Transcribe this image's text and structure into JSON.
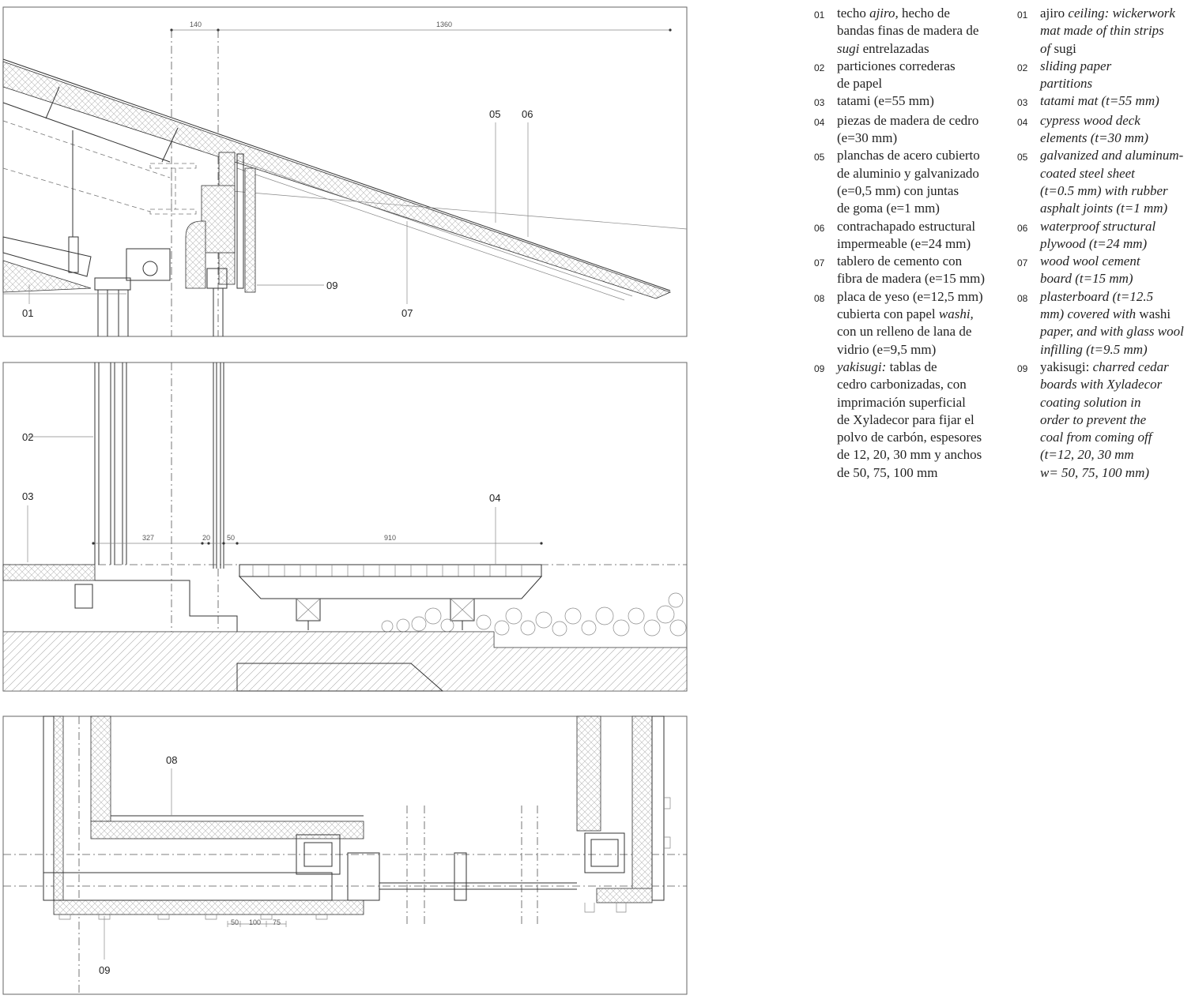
{
  "dimensions": {
    "top": [
      "140",
      "1360"
    ],
    "middle": [
      "327",
      "20",
      "50",
      "910"
    ],
    "bottom": [
      "50",
      "100",
      "75"
    ]
  },
  "labels": {
    "top": {
      "l01": "01",
      "l05": "05",
      "l06": "06",
      "l07": "07",
      "l09": "09"
    },
    "middle": {
      "l02": "02",
      "l03": "03",
      "l04": "04"
    },
    "bottom": {
      "l08": "08",
      "l09": "09"
    }
  },
  "legend_es": [
    {
      "num": "01",
      "lines": [
        [
          [
            "techo ",
            0
          ],
          [
            "ajiro,",
            1
          ],
          [
            " hecho de",
            0
          ]
        ],
        [
          [
            "bandas finas de madera de",
            0
          ]
        ],
        [
          [
            "sugi",
            1
          ],
          [
            " entrelazadas",
            0
          ]
        ]
      ]
    },
    {
      "num": "02",
      "lines": [
        [
          [
            "particiones correderas",
            0
          ]
        ],
        [
          [
            "de papel",
            0
          ]
        ]
      ]
    },
    {
      "num": "03",
      "lines": [
        [
          [
            "tatami (e=55 mm)",
            0
          ]
        ]
      ]
    },
    {
      "num": "04",
      "lines": [
        [
          [
            "piezas de madera de cedro",
            0
          ]
        ],
        [
          [
            "(e=30 mm)",
            0
          ]
        ]
      ]
    },
    {
      "num": "05",
      "lines": [
        [
          [
            "planchas de acero cubierto",
            0
          ]
        ],
        [
          [
            "de aluminio y galvanizado",
            0
          ]
        ],
        [
          [
            "(e=0,5 mm) con juntas",
            0
          ]
        ],
        [
          [
            "de goma (e=1 mm)",
            0
          ]
        ]
      ]
    },
    {
      "num": "06",
      "lines": [
        [
          [
            "contrachapado estructural",
            0
          ]
        ],
        [
          [
            "impermeable (e=24 mm)",
            0
          ]
        ]
      ]
    },
    {
      "num": "07",
      "lines": [
        [
          [
            "tablero de cemento con",
            0
          ]
        ],
        [
          [
            "fibra de madera (e=15 mm)",
            0
          ]
        ]
      ]
    },
    {
      "num": "08",
      "lines": [
        [
          [
            "placa de yeso (e=12,5 mm)",
            0
          ]
        ],
        [
          [
            "cubierta con papel ",
            0
          ],
          [
            "washi,",
            1
          ]
        ],
        [
          [
            "con un relleno de lana de",
            0
          ]
        ],
        [
          [
            "vidrio (e=9,5 mm)",
            0
          ]
        ]
      ]
    },
    {
      "num": "09",
      "lines": [
        [
          [
            "yakisugi:",
            1
          ],
          [
            " tablas de",
            0
          ]
        ],
        [
          [
            "cedro carbonizadas, con",
            0
          ]
        ],
        [
          [
            "imprimación superficial",
            0
          ]
        ],
        [
          [
            "de Xyladecor para fijar el",
            0
          ]
        ],
        [
          [
            "polvo de carbón, espesores",
            0
          ]
        ],
        [
          [
            "de 12, 20, 30 mm y anchos",
            0
          ]
        ],
        [
          [
            "de 50, 75, 100 mm",
            0
          ]
        ]
      ]
    }
  ],
  "legend_en": [
    {
      "num": "01",
      "lines": [
        [
          [
            "ajiro ",
            0
          ],
          [
            "ceiling: wickerwork",
            1
          ]
        ],
        [
          [
            "mat made of thin strips",
            1
          ]
        ],
        [
          [
            "of ",
            1
          ],
          [
            "sugi",
            0
          ]
        ]
      ]
    },
    {
      "num": "02",
      "lines": [
        [
          [
            "sliding paper",
            1
          ]
        ],
        [
          [
            "partitions",
            1
          ]
        ]
      ]
    },
    {
      "num": "03",
      "lines": [
        [
          [
            "tatami mat (t=55 mm)",
            1
          ]
        ]
      ]
    },
    {
      "num": "04",
      "lines": [
        [
          [
            "cypress wood deck",
            1
          ]
        ],
        [
          [
            "elements (t=30 mm)",
            1
          ]
        ]
      ]
    },
    {
      "num": "05",
      "lines": [
        [
          [
            "galvanized and aluminum-",
            1
          ]
        ],
        [
          [
            "coated steel sheet",
            1
          ]
        ],
        [
          [
            "(t=0.5 mm) with rubber",
            1
          ]
        ],
        [
          [
            "asphalt joints (t=1 mm)",
            1
          ]
        ]
      ]
    },
    {
      "num": "06",
      "lines": [
        [
          [
            "waterproof structural",
            1
          ]
        ],
        [
          [
            "plywood (t=24 mm)",
            1
          ]
        ]
      ]
    },
    {
      "num": "07",
      "lines": [
        [
          [
            "wood wool cement",
            1
          ]
        ],
        [
          [
            "board (t=15 mm)",
            1
          ]
        ]
      ]
    },
    {
      "num": "08",
      "lines": [
        [
          [
            "plasterboard (t=12.5",
            1
          ]
        ],
        [
          [
            "mm) covered with ",
            1
          ],
          [
            "washi",
            0
          ]
        ],
        [
          [
            "paper, and with glass wool",
            1
          ]
        ],
        [
          [
            "infilling (t=9.5 mm)",
            1
          ]
        ]
      ]
    },
    {
      "num": "09",
      "lines": [
        [
          [
            "yakisugi: ",
            0
          ],
          [
            "charred cedar",
            1
          ]
        ],
        [
          [
            "boards with Xyladecor",
            1
          ]
        ],
        [
          [
            "coating solution in",
            1
          ]
        ],
        [
          [
            "order to prevent the",
            1
          ]
        ],
        [
          [
            "coal from coming off",
            1
          ]
        ],
        [
          [
            "(t=12, 20, 30 mm",
            1
          ]
        ],
        [
          [
            "w= 50, 75, 100 mm)",
            1
          ]
        ]
      ]
    }
  ]
}
